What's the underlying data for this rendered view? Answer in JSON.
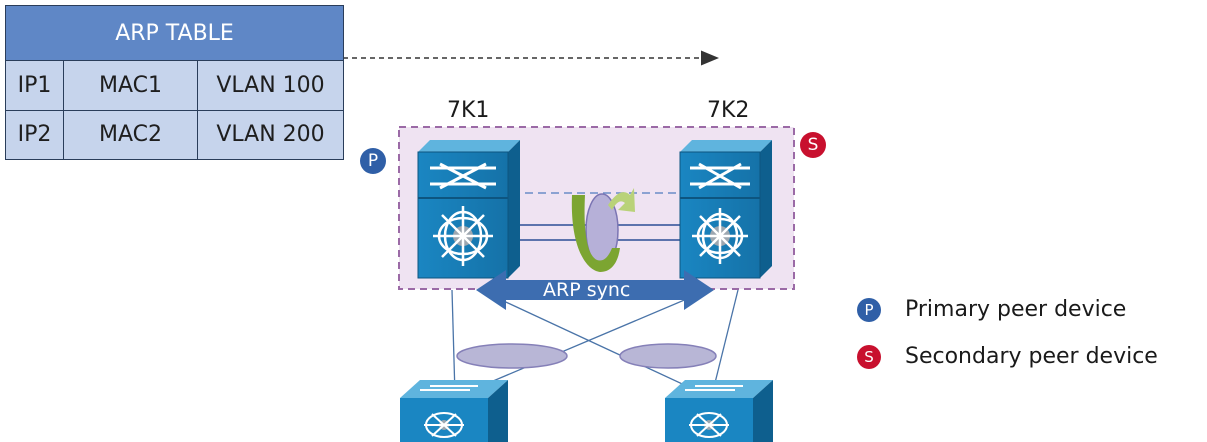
{
  "arp_table": {
    "title": "ARP TABLE",
    "rows": [
      [
        "IP1",
        "MAC1",
        "VLAN 100"
      ],
      [
        "IP2",
        "MAC2",
        "VLAN 200"
      ]
    ]
  },
  "devices": {
    "left_label": "7K1",
    "right_label": "7K2"
  },
  "badges": {
    "primary_letter": "P",
    "secondary_letter": "S"
  },
  "sync_label": "ARP sync",
  "legend": {
    "items": [
      {
        "badge": "P",
        "label": "Primary peer device",
        "color": "#2f5fa7"
      },
      {
        "badge": "S",
        "label": "Secondary peer device",
        "color": "#c8102e"
      }
    ]
  },
  "colors": {
    "switch_blue": "#1b8bc4",
    "peer_region": "#efe3f2",
    "peer_border": "#9b6aa6",
    "arrow_blue": "#3d6db0",
    "primary": "#2f5fa7",
    "secondary": "#c8102e"
  }
}
